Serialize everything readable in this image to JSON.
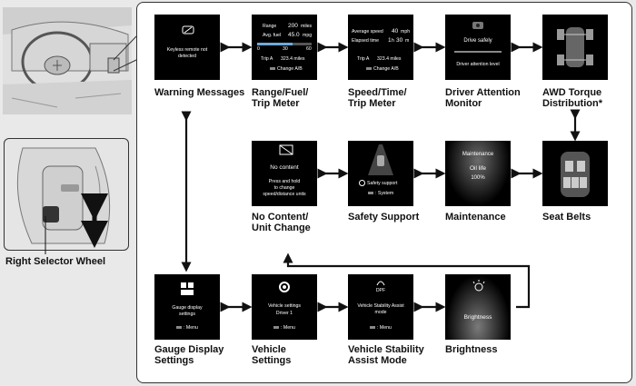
{
  "left": {
    "caption": "Right Selector Wheel"
  },
  "screens": {
    "warning": {
      "line1": "Keyless remote not",
      "line2": "detected",
      "label": [
        "Warning Messages"
      ]
    },
    "range": {
      "r1k": "Range",
      "r1v": "200",
      "r1u": "miles",
      "r2k": "Avg. fuel",
      "r2v": "45.0",
      "r2u": "mpg",
      "s0": "0",
      "s1": "30",
      "s2": "60",
      "trip": "Trip A",
      "tripv": "323.4 miles",
      "change": "Change A/B",
      "label": [
        "Range/Fuel/",
        "Trip Meter"
      ]
    },
    "speed": {
      "r1k": "Average speed",
      "r1v": "40",
      "r1u": "mph",
      "r2k": "Elapsed time",
      "r2v": "1",
      "r2h": "h",
      "r2v2": "30",
      "r2m": "m",
      "trip": "Trip A",
      "tripv": "323.4 miles",
      "change": "Change A/B",
      "label": [
        "Speed/Time/",
        "Trip Meter"
      ]
    },
    "attention": {
      "line1": "Drive safely",
      "line2": "Driver attention level",
      "label": [
        "Driver Attention",
        "Monitor"
      ]
    },
    "awd": {
      "label": [
        "AWD Torque",
        "Distribution*"
      ]
    },
    "nocontent": {
      "title": "No content",
      "line1": "Press and hold",
      "line2": "to change",
      "line3": "speed/distance units",
      "label": [
        "No Content/",
        "Unit Change"
      ]
    },
    "safety": {
      "line1": "Safety support",
      "line2": ": System",
      "label": [
        "Safety Support"
      ]
    },
    "maintenance": {
      "line1": "Maintenance",
      "line2": "Oil life",
      "line3": "100%",
      "label": [
        "Maintenance"
      ]
    },
    "seatbelts": {
      "label": [
        "Seat Belts"
      ]
    },
    "gauge": {
      "line1": "Gauge display",
      "line2": "settings",
      "line3": ": Menu",
      "label": [
        "Gauge Display",
        "Settings"
      ]
    },
    "vehicle": {
      "line1": "Vehicle settings",
      "line2": "Driver 1",
      "line3": ": Menu",
      "label": [
        "Vehicle",
        "Settings"
      ]
    },
    "vsa": {
      "icon": "DPF",
      "line1": "Vehicle Stability Assist",
      "line2": "mode",
      "line3": ": Menu",
      "label": [
        "Vehicle Stability",
        "Assist Mode"
      ]
    },
    "brightness": {
      "line1": "Brightness",
      "label": [
        "Brightness"
      ]
    }
  },
  "colors": {
    "screen_bg": "#000000",
    "panel_border": "#333333",
    "arrow": "#111111",
    "bar_blue": "#6fa8dc"
  }
}
